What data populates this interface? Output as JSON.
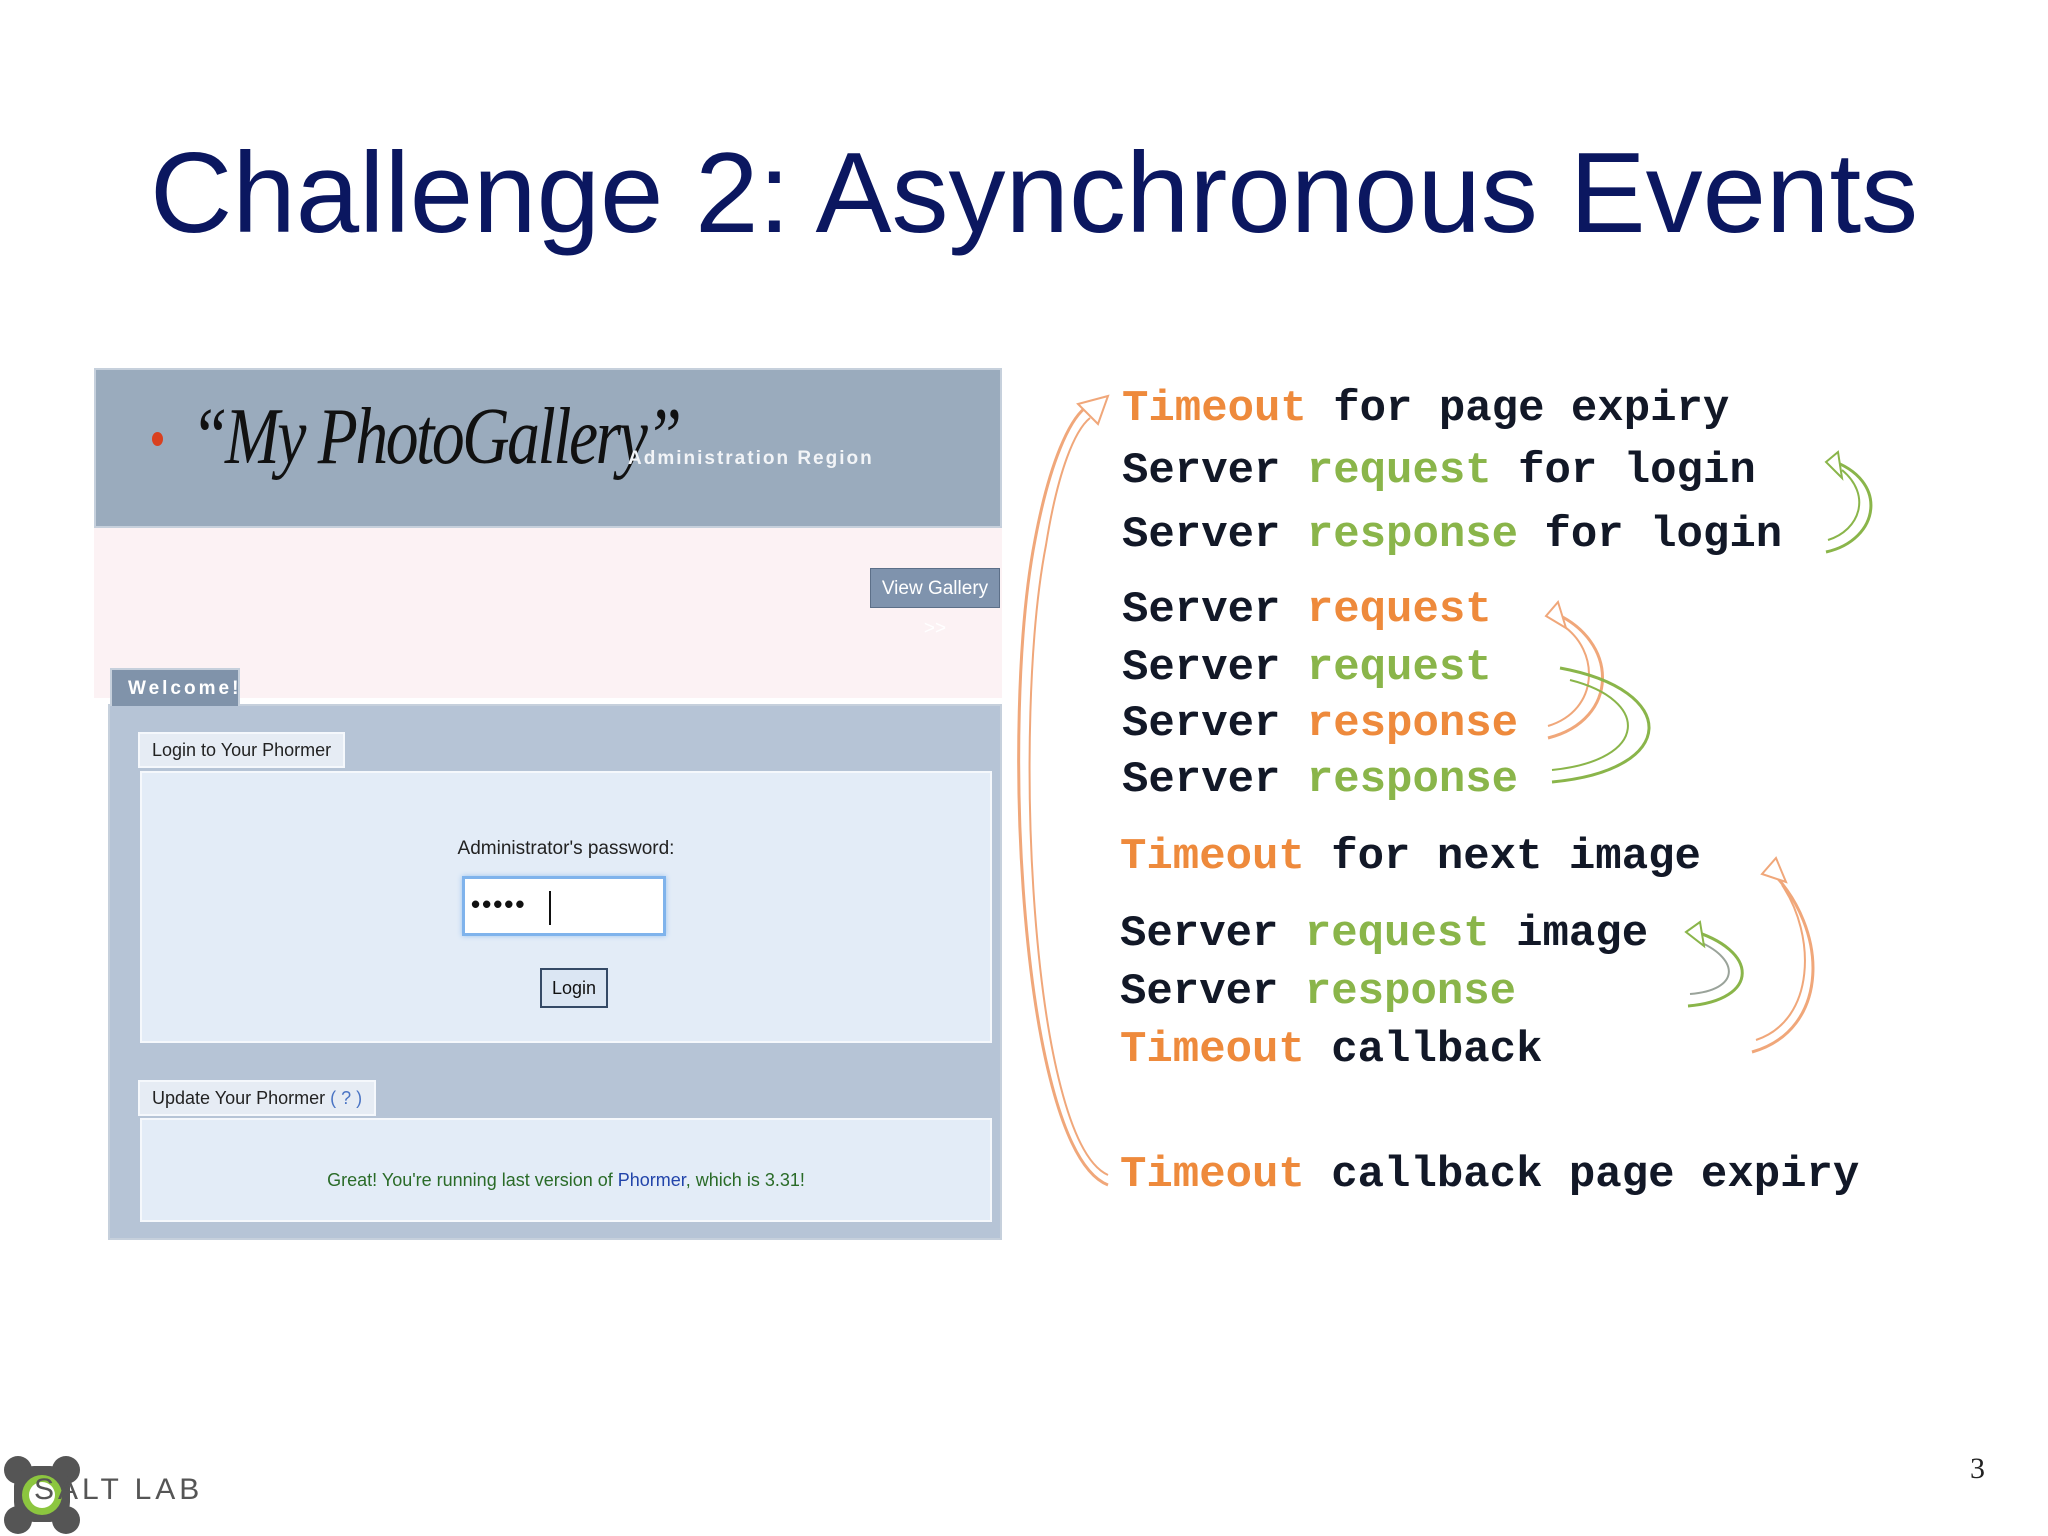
{
  "slide": {
    "title": "Challenge 2: Asynchronous Events",
    "page_number": "3"
  },
  "screenshot": {
    "brand": "“My PhotoGallery”",
    "brand_subtitle": "Administration Region",
    "view_gallery_button": "View Gallery >>",
    "welcome_tab": "Welcome!",
    "login_section_tab": "Login to Your Phormer",
    "password_label": "Administrator's password:",
    "password_value": "•••••",
    "login_button": "Login",
    "update_section_tab": "Update Your Phormer",
    "update_help": "( ? )",
    "update_message_prefix": "Great! You're running last version of ",
    "update_message_link": "Phormer",
    "update_message_suffix": ", which is 3.31!"
  },
  "events": [
    {
      "w1": "Timeout",
      "w2": " for page expiry",
      "c1": "orange",
      "c2": "dark"
    },
    {
      "w0": "Server ",
      "w1": "request",
      "w2": " for login",
      "c1": "green"
    },
    {
      "w0": "Server ",
      "w1": "response",
      "w2": " for login",
      "c1": "green"
    },
    {
      "w0": "Server ",
      "w1": "request",
      "w2": "",
      "c1": "orange"
    },
    {
      "w0": "Server ",
      "w1": "request",
      "w2": "",
      "c1": "green"
    },
    {
      "w0": "Server ",
      "w1": "response",
      "w2": "",
      "c1": "orange"
    },
    {
      "w0": "Server ",
      "w1": "response",
      "w2": "",
      "c1": "green"
    },
    {
      "w1": "Timeout",
      "w2": " for next image",
      "c1": "orange"
    },
    {
      "w0": "Server ",
      "w1": "request",
      "w2": " image",
      "c1": "green"
    },
    {
      "w0": "Server ",
      "w1": "response",
      "w2": "",
      "c1": "green"
    },
    {
      "w1": "Timeout",
      "w2": " callback",
      "c1": "orange"
    },
    {
      "w1": "Timeout",
      "w2": " callback page expiry",
      "c1": "orange"
    }
  ],
  "logo": {
    "text": "SALT LAB"
  },
  "colors": {
    "title": "#0b1760",
    "orange": "#ee8a3c",
    "green": "#8ab54a"
  }
}
